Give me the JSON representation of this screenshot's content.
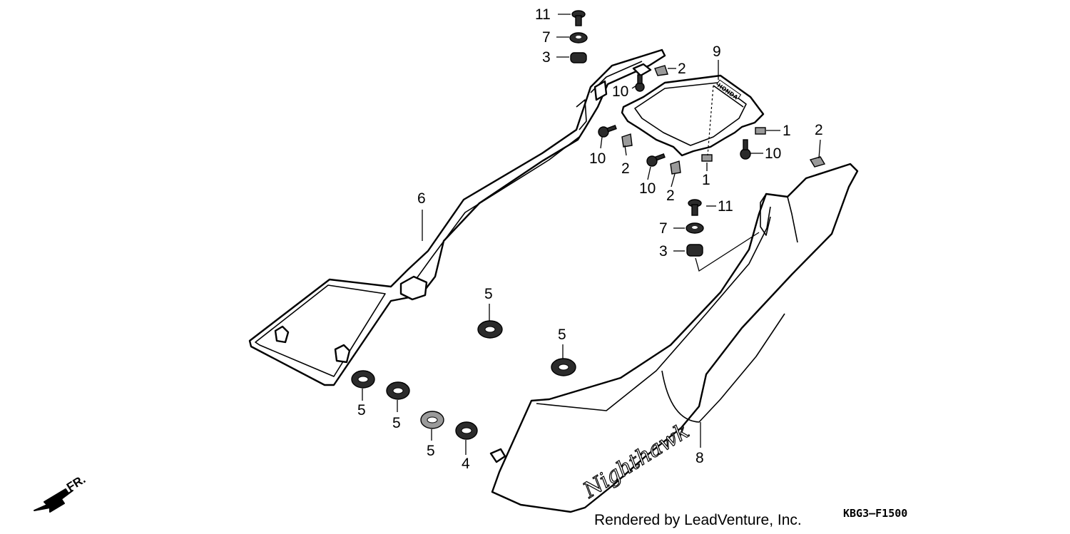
{
  "callouts": {
    "c11_top": "11",
    "c7_top": "7",
    "c3_top": "3",
    "c2_a": "2",
    "c9": "9",
    "c10_a": "10",
    "c1_a": "1",
    "c2_b": "2",
    "c10_b": "10",
    "c10_c": "10",
    "c2_c": "2",
    "c10_d": "10",
    "c2_d": "2",
    "c1_b": "1",
    "c6": "6",
    "c11_mid": "11",
    "c7_mid": "7",
    "c3_mid": "3",
    "c5_a": "5",
    "c5_b": "5",
    "c5_c": "5",
    "c5_d": "5",
    "c5_e": "5",
    "c4": "4",
    "c8": "8"
  },
  "front_arrow_label": "FR.",
  "credit": "Rendered by LeadVenture, Inc.",
  "diagram_code": "KBG3–F1500",
  "decal_text": "Nighthawk",
  "brand_badge_text": "HONDA"
}
